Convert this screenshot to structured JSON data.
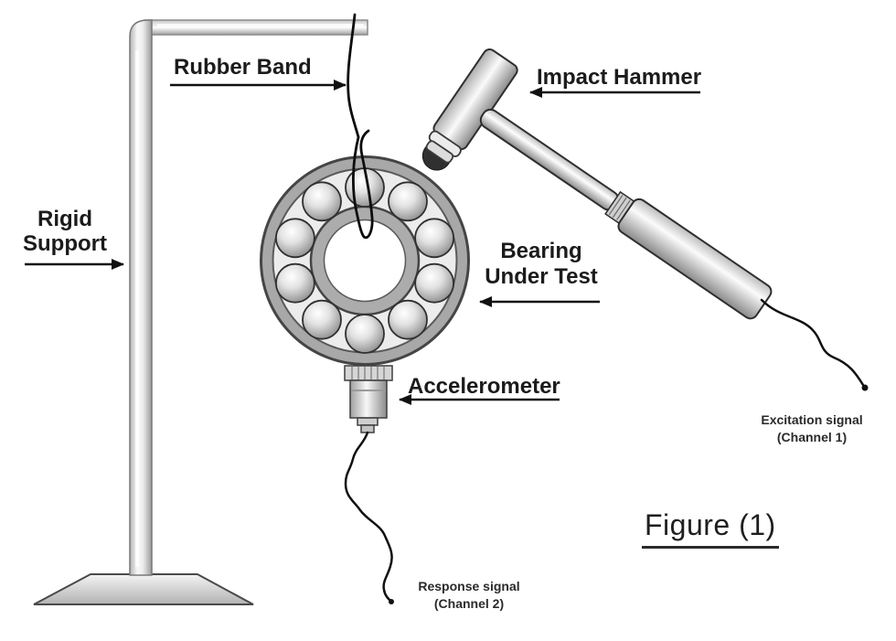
{
  "figure": {
    "caption": "Figure (1)"
  },
  "labels": {
    "rigid_support": "Rigid\nSupport",
    "rubber_band": "Rubber Band",
    "impact_hammer": "Impact Hammer",
    "bearing_under_test": "Bearing\nUnder Test",
    "accelerometer": "Accelerometer",
    "excitation_signal": "Excitation signal\n(Channel 1)",
    "response_signal": "Response signal\n(Channel 2)"
  },
  "bearing": {
    "ball_count": 10
  },
  "colors": {
    "background": "#ffffff",
    "ink": "#111111",
    "metal_light": "#fafafa",
    "metal_mid": "#a8a8a8",
    "cage": "#e9e9e9",
    "hammer_tip": "#303030"
  }
}
